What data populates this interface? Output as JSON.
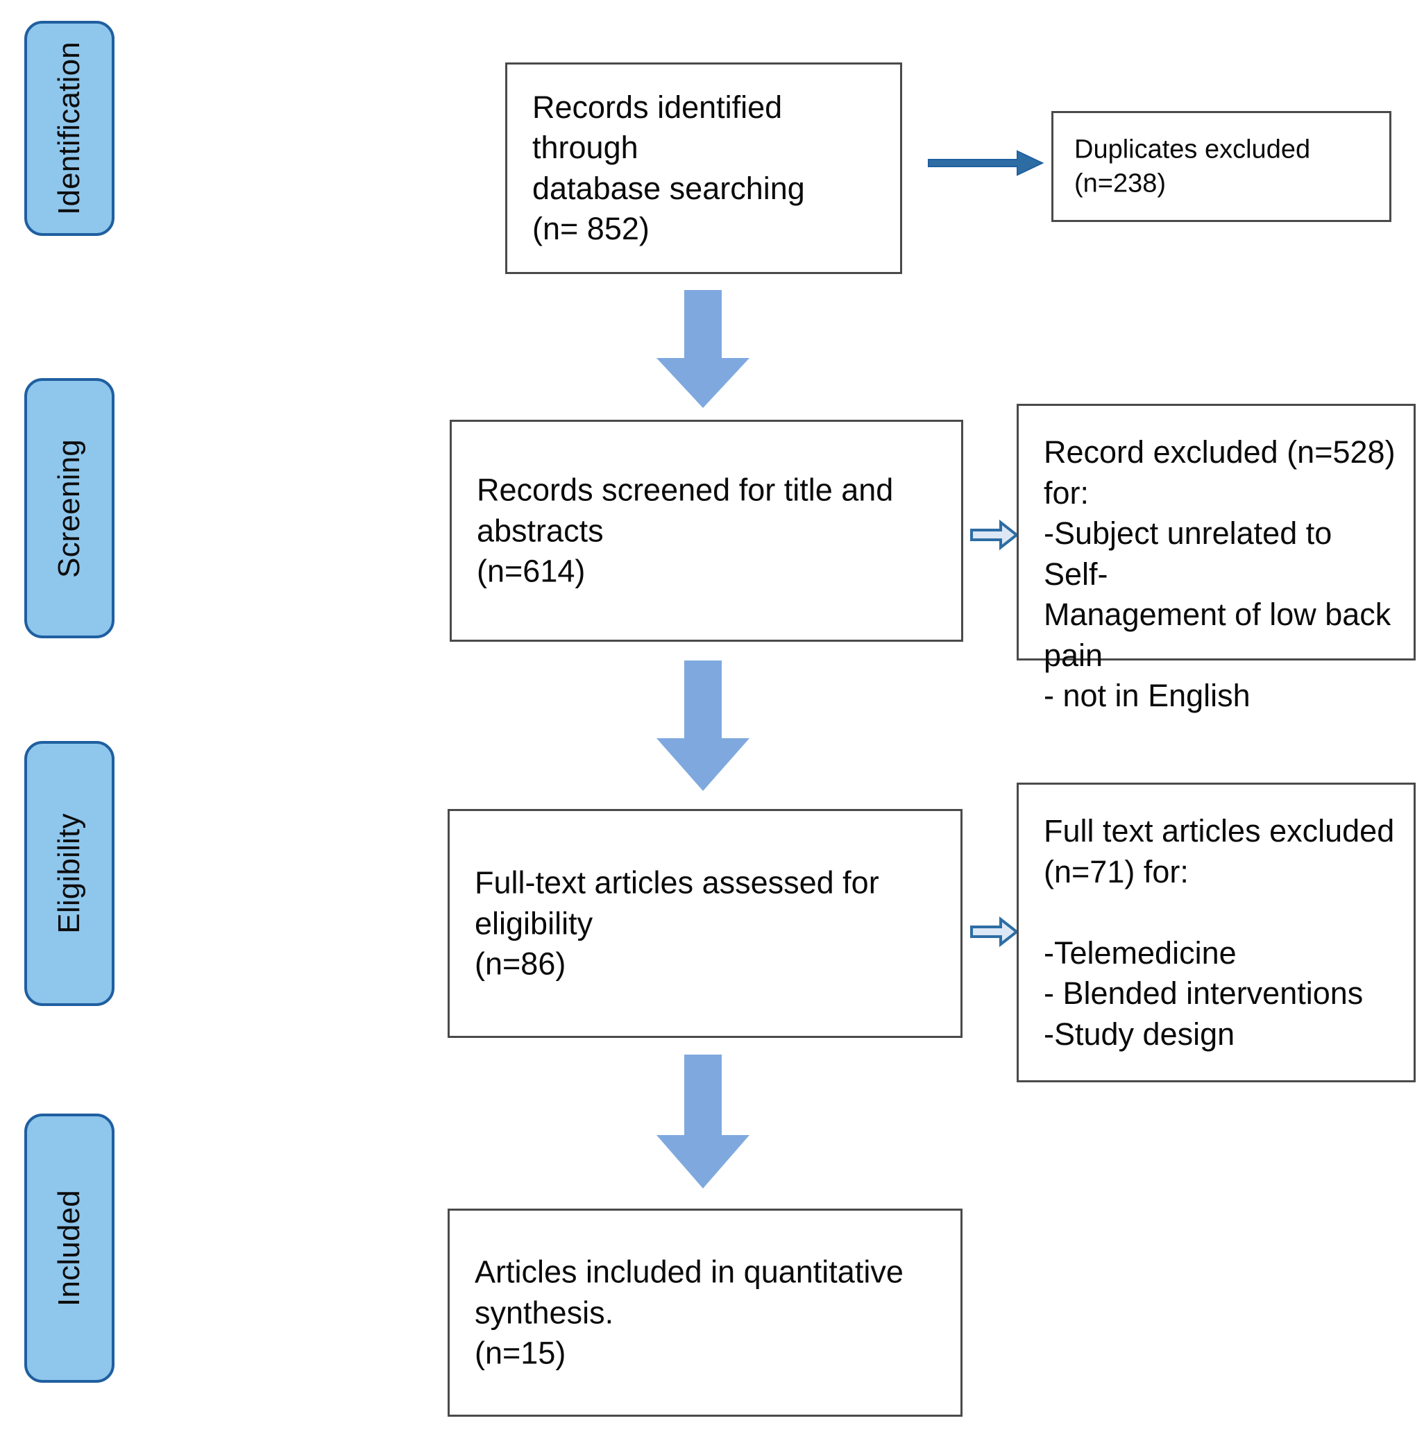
{
  "diagram": {
    "title": "PRISMA flow diagram",
    "colors": {
      "stage_fill": "#8FC6EC",
      "stage_border": "#1F5FA0",
      "box_border": "#4a4a4a",
      "down_arrow": "#7FA9DE",
      "side_arrow": "#2E6DA4",
      "text": "#0a0a0a",
      "background": "#ffffff"
    }
  },
  "stages": [
    {
      "label": "Identification"
    },
    {
      "label": "Screening"
    },
    {
      "label": "Eligibility"
    },
    {
      "label": "Included"
    }
  ],
  "boxes": {
    "identified": {
      "text": "Records identified through\ndatabase searching\n(n= 852)",
      "count": 852
    },
    "duplicates_excluded": {
      "text": "Duplicates excluded\n(n=238)",
      "count": 238
    },
    "screened": {
      "text": "Records screened for title and\nabstracts\n(n=614)",
      "count": 614
    },
    "records_excluded": {
      "text": "Record excluded (n=528)\nfor:\n-Subject unrelated to Self-\nManagement of low back\npain\n- not in English",
      "count": 528
    },
    "fulltext_assessed": {
      "text": "Full-text articles assessed for\neligibility\n(n=86)",
      "count": 86
    },
    "fulltext_excluded": {
      "text": "Full text articles excluded\n(n=71) for:\n\n-Telemedicine\n- Blended interventions\n-Study design",
      "count": 71
    },
    "included": {
      "text": "Articles included in quantitative\nsynthesis.\n(n=15)",
      "count": 15
    }
  },
  "arrows": {
    "identified_to_duplicates": "right-arrow",
    "identified_to_screened": "down-arrow",
    "screened_to_excluded": "right-arrow",
    "screened_to_fulltext": "down-arrow",
    "fulltext_to_excluded": "right-arrow",
    "fulltext_to_included": "down-arrow"
  }
}
